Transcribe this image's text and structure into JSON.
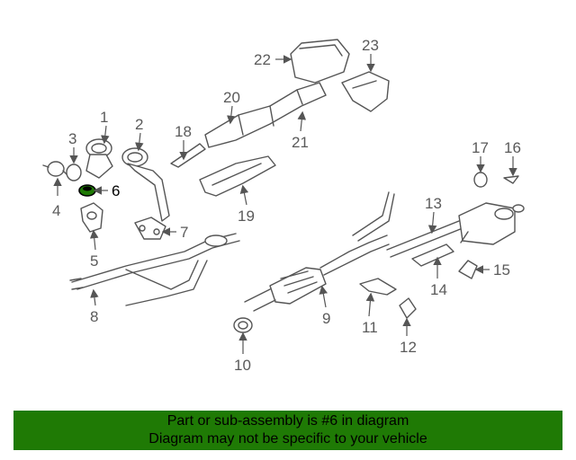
{
  "diagram": {
    "callouts": [
      "1",
      "2",
      "3",
      "4",
      "5",
      "6",
      "7",
      "8",
      "9",
      "10",
      "11",
      "12",
      "13",
      "14",
      "15",
      "16",
      "17",
      "18",
      "19",
      "20",
      "21",
      "22",
      "23"
    ],
    "highlighted_part": "6",
    "highlight_color": "#1f7a05"
  },
  "banner": {
    "line1": "Part or sub-assembly is #6 in diagram",
    "line2": "Diagram may not be specific to your vehicle",
    "background": "#1f7a05"
  }
}
